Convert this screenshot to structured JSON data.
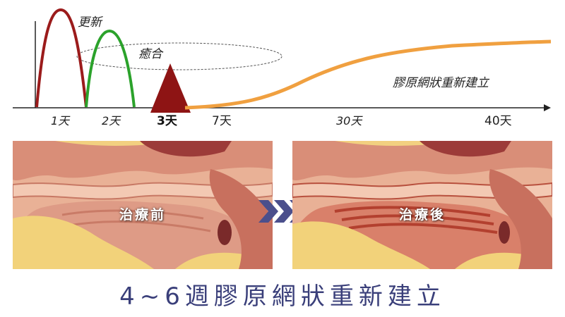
{
  "timeline": {
    "phases": {
      "renewal": "更新",
      "healing": "癒合",
      "collagen": "膠原網狀重新建立"
    },
    "days": [
      {
        "label": "1天",
        "value": 1
      },
      {
        "label": "2天",
        "value": 2
      },
      {
        "label": "3天",
        "value": 3
      },
      {
        "label": "7天",
        "value": 7
      },
      {
        "label": "30天",
        "value": 30
      },
      {
        "label": "40天",
        "value": 40
      }
    ],
    "colors": {
      "renewal": "#9b1b1b",
      "healing": "#2ba22b",
      "peak": "#8e1414",
      "collagen": "#f0a040",
      "axis": "#222222"
    }
  },
  "panels": {
    "before_label": "治療前",
    "after_label": "治療後"
  },
  "caption": "4~6週膠原網狀重新建立"
}
